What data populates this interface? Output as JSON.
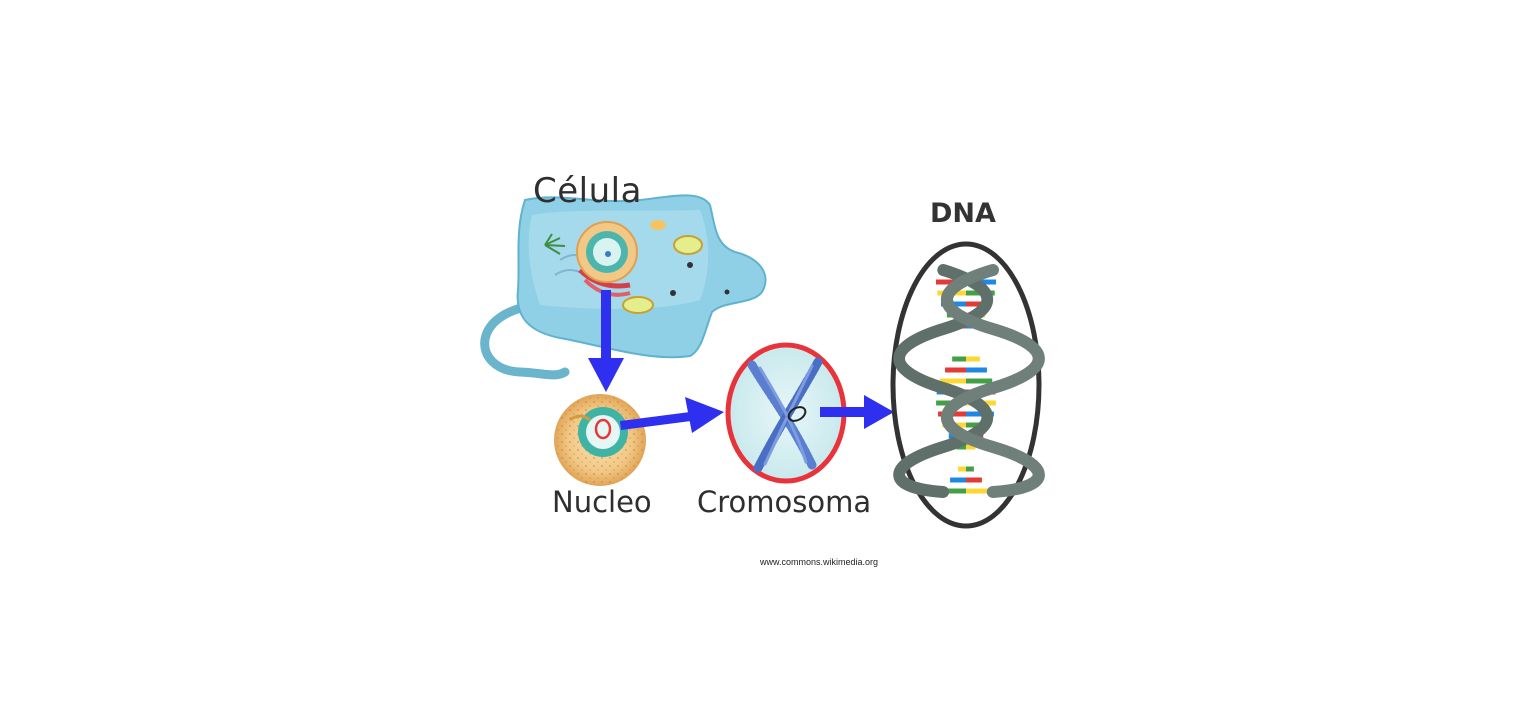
{
  "labels": {
    "cell": "Célula",
    "nucleus": "Nucleo",
    "chromosome": "Cromosoma",
    "dna": "DNA",
    "source": "www.commons.wikimedia.org"
  },
  "colors": {
    "arrow": "#2f2ff0",
    "chromosome_ring": "#e8333a",
    "dna_frame": "#333333",
    "dna_backbone": "#5f6f6a",
    "base_pairs": [
      "#e53935",
      "#fdd835",
      "#1e88e5",
      "#43a047"
    ],
    "cell_body": "#8fd0e6",
    "nucleus_shell": "#f2c886"
  },
  "icons": [
    "cell-illustration",
    "nucleus-illustration",
    "chromosome-illustration",
    "dna-helix-illustration"
  ]
}
